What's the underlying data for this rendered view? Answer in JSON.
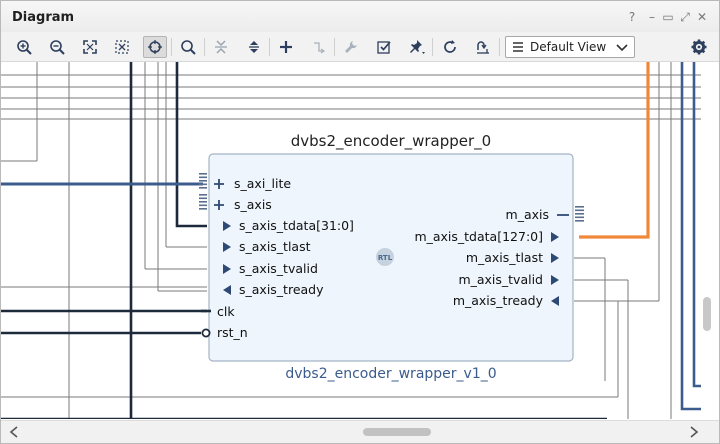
{
  "window": {
    "title": "Diagram",
    "controls": {
      "help": "?",
      "minimize": "–",
      "restore": "▭",
      "maximize": "⤢",
      "close": "✕"
    }
  },
  "toolbar": {
    "buttons": [
      "zoom-in-icon",
      "zoom-out-icon",
      "zoom-fit-icon",
      "auto-fit-selection-icon",
      "selection-target-icon",
      "search-icon",
      "collapse-all-icon",
      "expand-all-icon",
      "add-ip-icon",
      "make-connection-icon",
      "properties-icon",
      "validate-design-icon",
      "run-connection-automation-icon",
      "regenerate-layout-icon",
      "optimize-routing-icon"
    ],
    "view_select": "Default View",
    "settings": "gear-icon"
  },
  "block": {
    "instance_name": "dvbs2_encoder_wrapper_0",
    "module_name": "dvbs2_encoder_wrapper_v1_0",
    "badge": "RTL",
    "left_ports": [
      "s_axi_lite",
      "s_axis",
      "s_axis_tdata[31:0]",
      "s_axis_tlast",
      "s_axis_tvalid",
      "s_axis_tready",
      "clk",
      "rst_n"
    ],
    "right_ports": [
      "m_axis",
      "m_axis_tdata[127:0]",
      "m_axis_tlast",
      "m_axis_tvalid",
      "m_axis_tready"
    ]
  },
  "colors": {
    "block_fill": "#eef5fc",
    "block_border": "#a4b4c4",
    "bus": "#3b5c8c",
    "highlight": "#f0883a",
    "port_icon": "#2e4a74",
    "module_name": "#3b5c8c"
  }
}
